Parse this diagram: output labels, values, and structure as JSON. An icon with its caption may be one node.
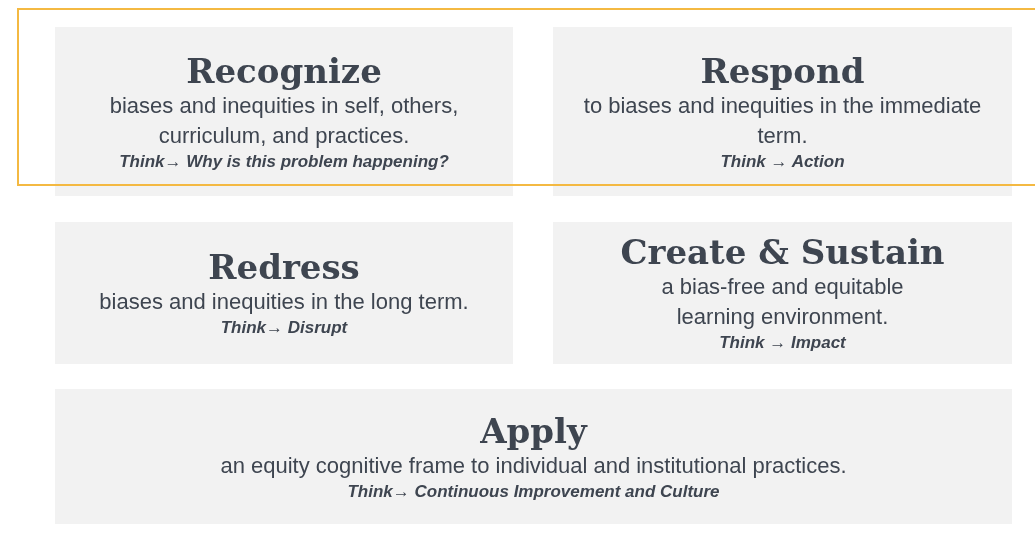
{
  "diagram": {
    "nodes": [
      {
        "text": [
          "Recognize",
          "biases and inequities in self, others, curriculum, and practices.",
          "Think→ Why is this problem happening?"
        ]
      },
      {
        "text": [
          "Respond",
          "to biases and inequities in the immediate term.",
          "Think → Action"
        ]
      },
      {
        "text": [
          "Redress",
          "biases and inequities in the long term.",
          "Think→ Disrupt"
        ]
      },
      {
        "text": [
          "Create & Sustain",
          "a bias-free and equitable learning environment.",
          "Think → Impact"
        ]
      },
      {
        "text": [
          "Apply",
          "an equity cognitive frame to individual and institutional practices.",
          "Think→ Continuous Improvement and Culture"
        ]
      }
    ]
  }
}
